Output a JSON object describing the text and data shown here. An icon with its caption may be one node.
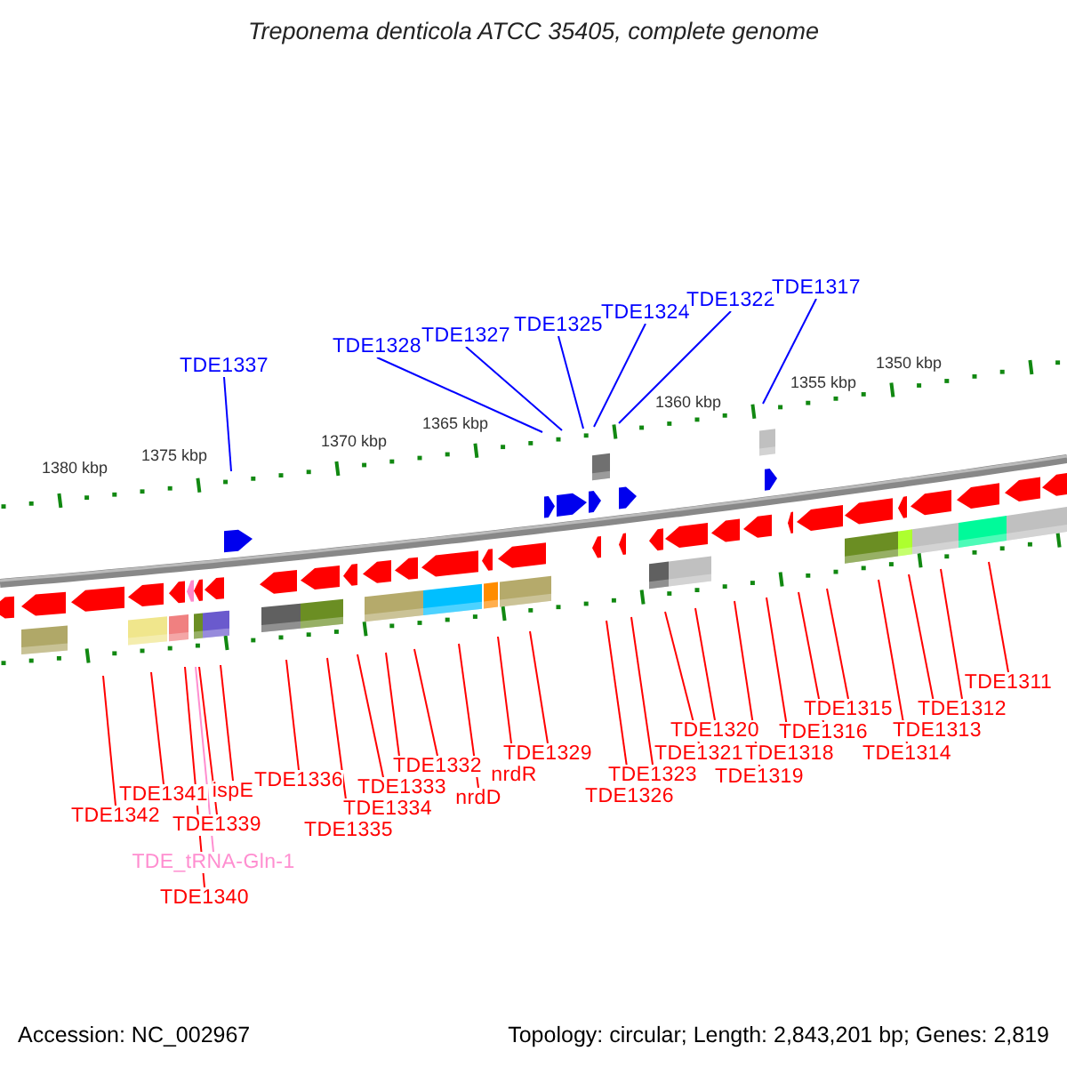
{
  "diagram": {
    "title": "Treponema denticola ATCC 35405, complete genome",
    "nodes": [
      {
        "text": [
          "TDE1337"
        ]
      },
      {
        "text": [
          "TDE1328"
        ]
      },
      {
        "text": [
          "TDE1327"
        ]
      },
      {
        "text": [
          "TDE1325"
        ]
      },
      {
        "text": [
          "TDE1324"
        ]
      },
      {
        "text": [
          "TDE1322"
        ]
      },
      {
        "text": [
          "TDE1317"
        ]
      },
      {
        "text": [
          "TDE1342"
        ]
      },
      {
        "text": [
          "TDE1341"
        ]
      },
      {
        "text": [
          "TDE1339"
        ]
      },
      {
        "text": [
          "TDE_tRNA-Gln-1"
        ]
      },
      {
        "text": [
          "TDE1340"
        ]
      },
      {
        "text": [
          "ispE"
        ]
      },
      {
        "text": [
          "TDE1336"
        ]
      },
      {
        "text": [
          "TDE1335"
        ]
      },
      {
        "text": [
          "TDE1334"
        ]
      },
      {
        "text": [
          "TDE1333"
        ]
      },
      {
        "text": [
          "TDE1332"
        ]
      },
      {
        "text": [
          "nrdD"
        ]
      },
      {
        "text": [
          "nrdR"
        ]
      },
      {
        "text": [
          "TDE1329"
        ]
      },
      {
        "text": [
          "TDE1326"
        ]
      },
      {
        "text": [
          "TDE1323"
        ]
      },
      {
        "text": [
          "TDE1321"
        ]
      },
      {
        "text": [
          "TDE1320"
        ]
      },
      {
        "text": [
          "TDE1319"
        ]
      },
      {
        "text": [
          "TDE1318"
        ]
      },
      {
        "text": [
          "TDE1316"
        ]
      },
      {
        "text": [
          "TDE1315"
        ]
      },
      {
        "text": [
          "TDE1314"
        ]
      },
      {
        "text": [
          "TDE1313"
        ]
      },
      {
        "text": [
          "TDE1312"
        ]
      },
      {
        "text": [
          "TDE1311"
        ]
      }
    ],
    "edges": [
      {
        "from": 0,
        "to": null,
        "arrow": "none",
        "color": "#0000ff"
      },
      {
        "from": 1,
        "to": null,
        "arrow": "none",
        "color": "#0000ff"
      },
      {
        "from": 2,
        "to": null,
        "arrow": "none",
        "color": "#0000ff"
      },
      {
        "from": 3,
        "to": null,
        "arrow": "none",
        "color": "#0000ff"
      },
      {
        "from": 4,
        "to": null,
        "arrow": "none",
        "color": "#0000ff"
      },
      {
        "from": 5,
        "to": null,
        "arrow": "none",
        "color": "#0000ff"
      },
      {
        "from": 6,
        "to": null,
        "arrow": "none",
        "color": "#0000ff"
      },
      {
        "from": 7,
        "to": null,
        "arrow": "none"
      },
      {
        "from": 8,
        "to": null,
        "arrow": "none"
      },
      {
        "from": 9,
        "to": null,
        "arrow": "none"
      },
      {
        "from": 10,
        "to": null,
        "arrow": "none",
        "color": "#ff8ed0"
      },
      {
        "from": 11,
        "to": null,
        "arrow": "none"
      },
      {
        "from": 12,
        "to": null,
        "arrow": "none"
      },
      {
        "from": 13,
        "to": null,
        "arrow": "none"
      },
      {
        "from": 14,
        "to": null,
        "arrow": "none"
      },
      {
        "from": 15,
        "to": null,
        "arrow": "none"
      },
      {
        "from": 16,
        "to": null,
        "arrow": "none"
      },
      {
        "from": 17,
        "to": null,
        "arrow": "none"
      },
      {
        "from": 18,
        "to": null,
        "arrow": "none"
      },
      {
        "from": 19,
        "to": null,
        "arrow": "none"
      },
      {
        "from": 20,
        "to": null,
        "arrow": "none"
      },
      {
        "from": 21,
        "to": null,
        "arrow": "none"
      },
      {
        "from": 22,
        "to": null,
        "arrow": "none"
      },
      {
        "from": 23,
        "to": null,
        "arrow": "none"
      },
      {
        "from": 24,
        "to": null,
        "arrow": "none"
      },
      {
        "from": 25,
        "to": null,
        "arrow": "none"
      },
      {
        "from": 26,
        "to": null,
        "arrow": "none"
      },
      {
        "from": 27,
        "to": null,
        "arrow": "none"
      },
      {
        "from": 28,
        "to": null,
        "arrow": "none"
      },
      {
        "from": 29,
        "to": null,
        "arrow": "none"
      },
      {
        "from": 30,
        "to": null,
        "arrow": "none"
      },
      {
        "from": 31,
        "to": null,
        "arrow": "none"
      },
      {
        "from": 32,
        "to": null,
        "arrow": "none"
      }
    ],
    "labels": [
      "1350 kbp",
      "1355 kbp",
      "1360 kbp",
      "1365 kbp",
      "1370 kbp",
      "1375 kbp",
      "1380 kbp",
      "Accession: NC_002967",
      "Topology: circular; Length: 2,843,201 bp; Genes: 2,819"
    ]
  }
}
